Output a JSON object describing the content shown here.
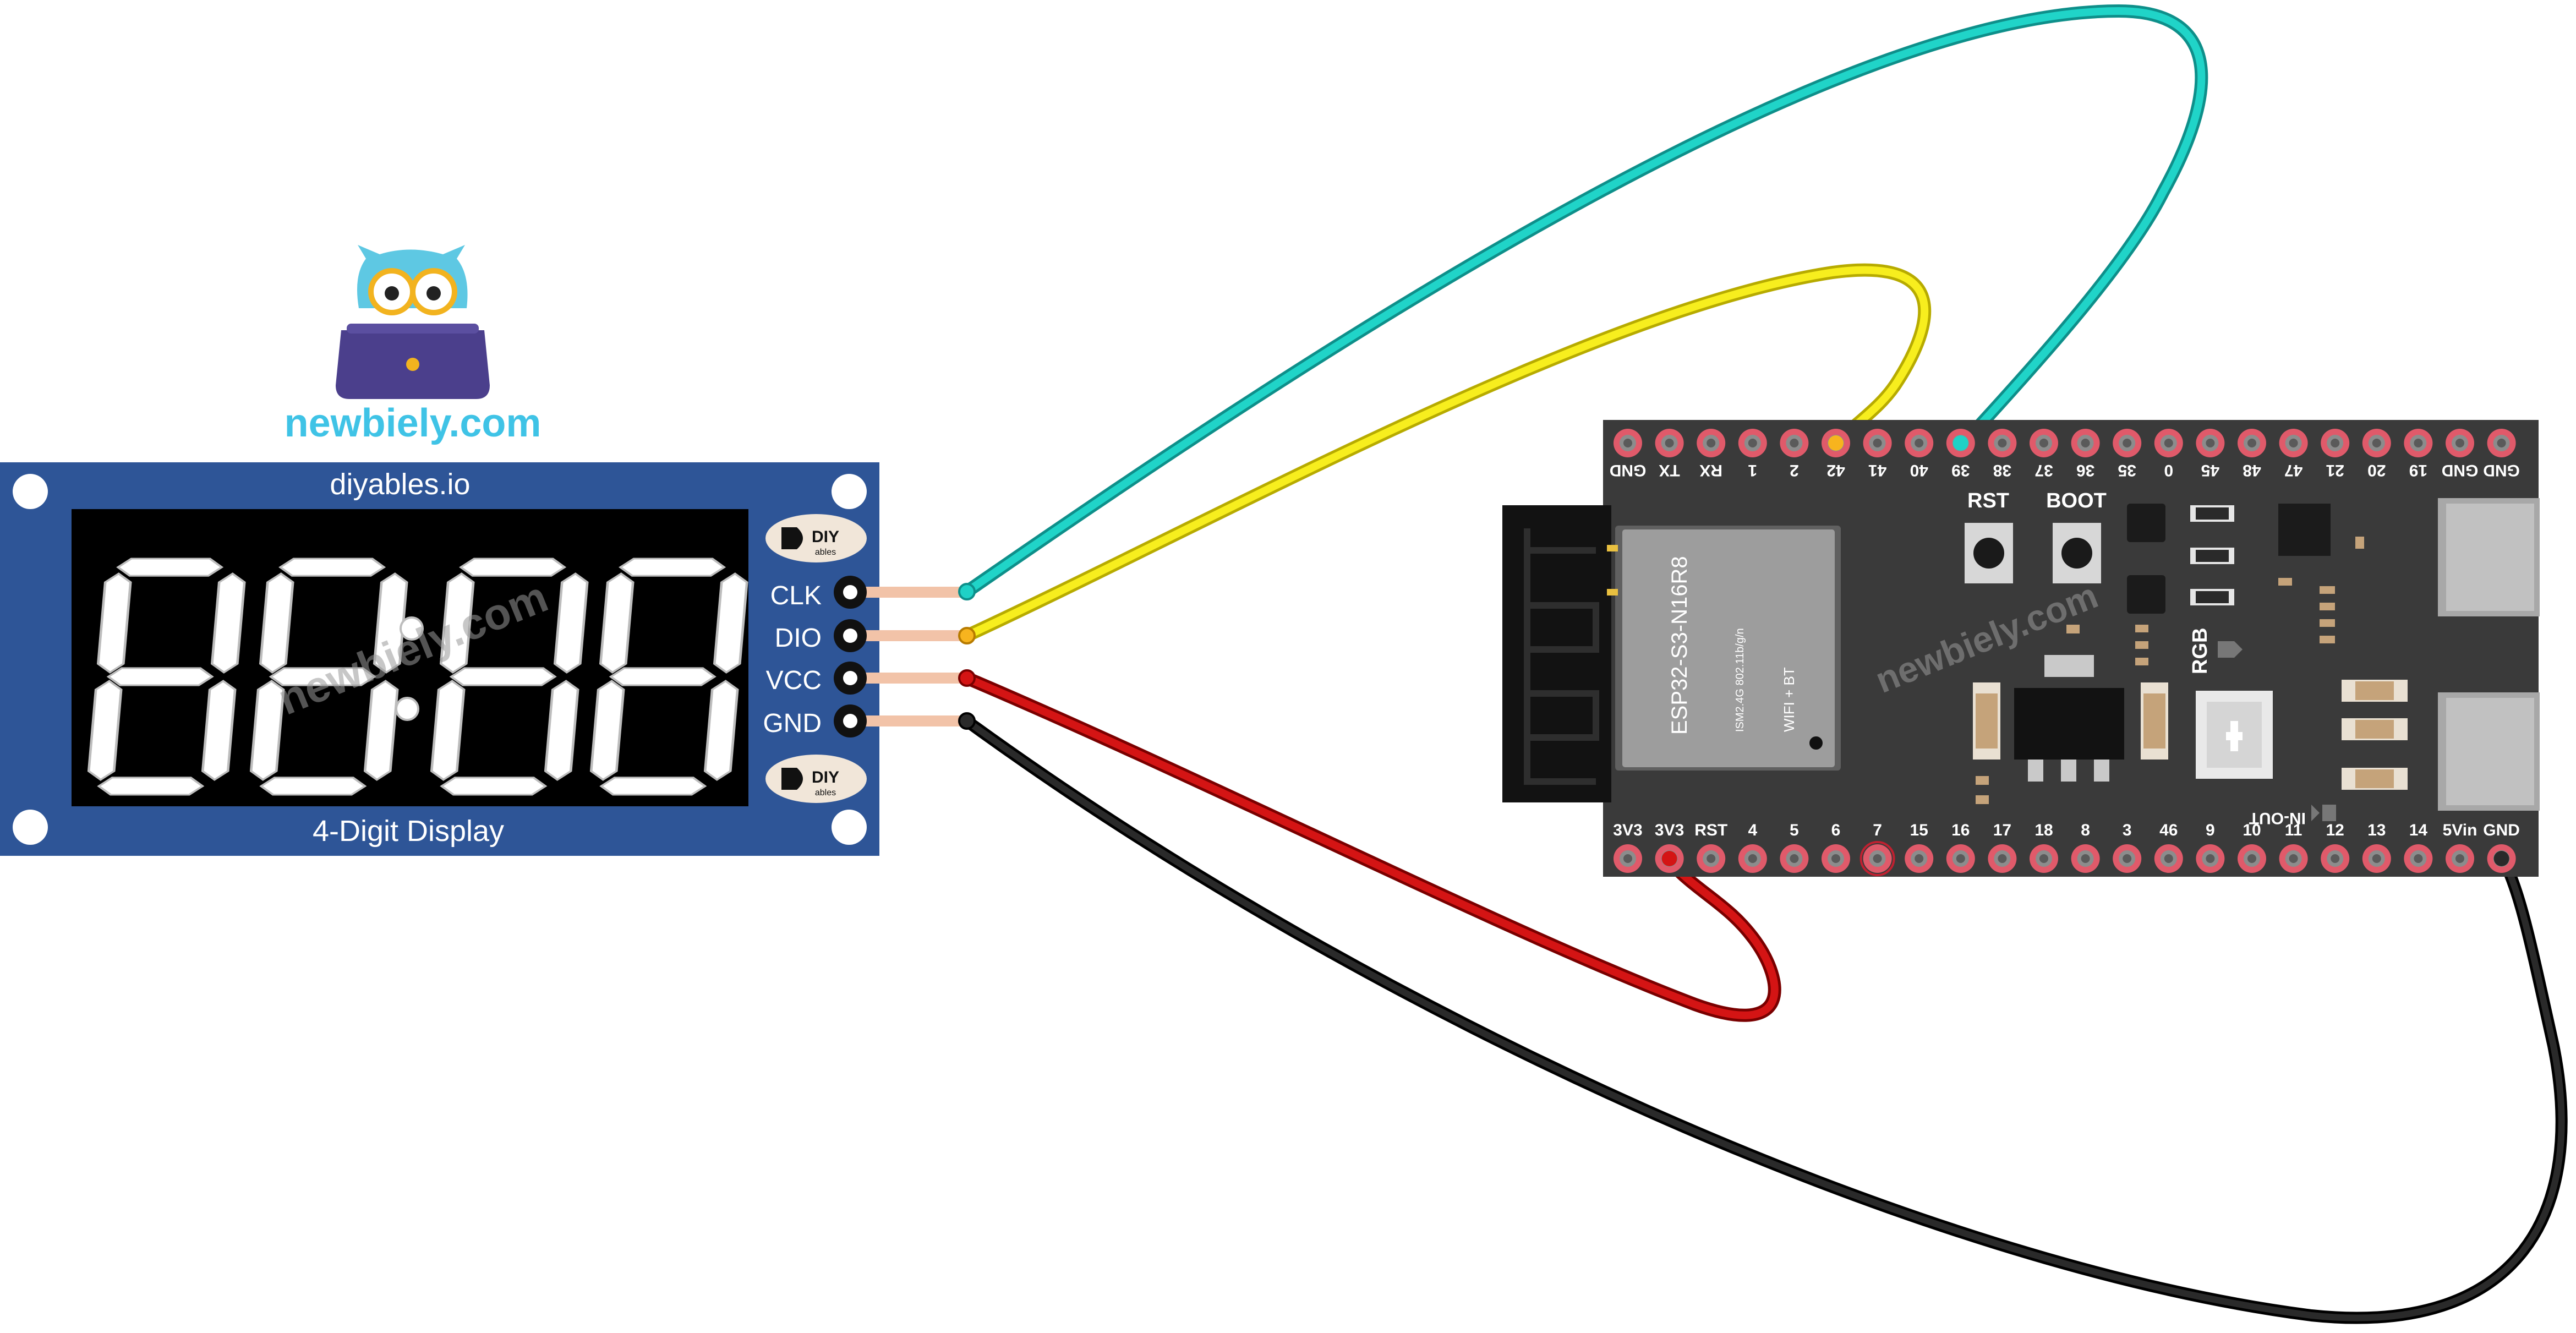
{
  "logo": {
    "text": "newbiely.com",
    "color": "#3fc3e6"
  },
  "display_module": {
    "brand": "diyables.io",
    "name": "4-Digit Display",
    "board_color": "#2e5597",
    "badge_text": "DIY",
    "badge_subtext": "ables",
    "digits_shown": "88:88",
    "watermark": "newbiely.com",
    "pins": [
      "CLK",
      "DIO",
      "VCC",
      "GND"
    ]
  },
  "esp32": {
    "module_label": "ESP32-S3-N16R8",
    "module_sub1": "ISM2.4G 802.11b/g/n",
    "module_sub2": "WIFI + BT",
    "button_rst": "RST",
    "button_boot": "BOOT",
    "rgb_label": "RGB",
    "inout_label": "IN-OUT",
    "watermark": "newbiely.com",
    "board_color": "#3a3a3a",
    "top_pins": [
      "GND",
      "TX",
      "RX",
      "1",
      "2",
      "42",
      "41",
      "40",
      "39",
      "38",
      "37",
      "36",
      "35",
      "0",
      "45",
      "48",
      "47",
      "21",
      "20",
      "19",
      "GND",
      "GND"
    ],
    "bottom_pins": [
      "3V3",
      "3V3",
      "RST",
      "4",
      "5",
      "6",
      "7",
      "15",
      "16",
      "17",
      "18",
      "8",
      "3",
      "46",
      "9",
      "10",
      "11",
      "12",
      "13",
      "14",
      "5Vin",
      "GND"
    ]
  },
  "wires": [
    {
      "from": "CLK",
      "to": "39",
      "color": "#1fd1c6"
    },
    {
      "from": "DIO",
      "to": "42",
      "color": "#f4ea1a"
    },
    {
      "from": "VCC",
      "to": "3V3",
      "color": "#d11010"
    },
    {
      "from": "GND",
      "to": "GND",
      "color": "#111111"
    }
  ]
}
